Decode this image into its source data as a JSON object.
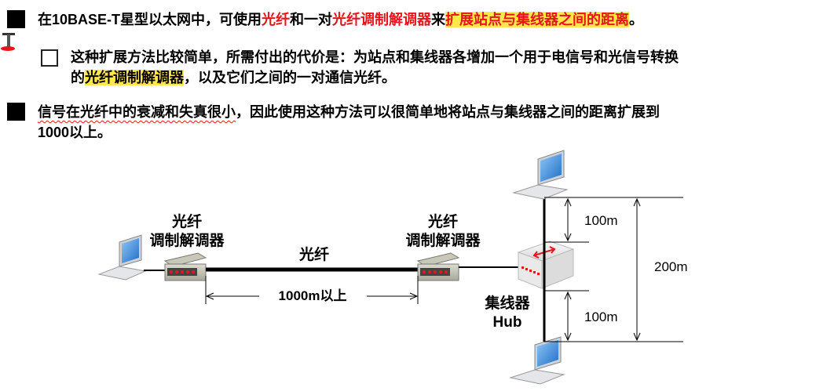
{
  "bullets": {
    "b1": {
      "t1": "在10BASE-T星型以太网中，可使用",
      "t2": "光纤",
      "t3": "和一对",
      "t4": "光纤调制解调器",
      "t5": "来",
      "t6": "扩展站点与集线器之间的距离",
      "t7": "。"
    },
    "sub": {
      "line1": "这种扩展方法比较简单，所需付出的代价是：为站点和集线器各增加一个用于电信号和光信号转换",
      "line2a": "的",
      "line2b": "光纤调制解调器",
      "line2c": "，以及它们之间的一对通信光纤。"
    },
    "b2": {
      "line1a": "信号在光纤中的衰减和失真很小",
      "line1b": "，因此使用这种方法可以很简单地将站点与集线器之间的距离扩展到",
      "line2": "1000以上。"
    }
  },
  "diagram": {
    "modem_left_l1": "光纤",
    "modem_left_l2": "调制解调器",
    "modem_right_l1": "光纤",
    "modem_right_l2": "调制解调器",
    "fiber_label": "光纤",
    "distance_label": "1000m以上",
    "hub_l1": "集线器",
    "hub_l2": "Hub",
    "dist_top": "100m",
    "dist_bottom": "100m",
    "dist_total": "200m"
  },
  "colors": {
    "emphasis": "#e8141b",
    "highlight": "#ffe84a",
    "screen": "#2f7fd6"
  }
}
